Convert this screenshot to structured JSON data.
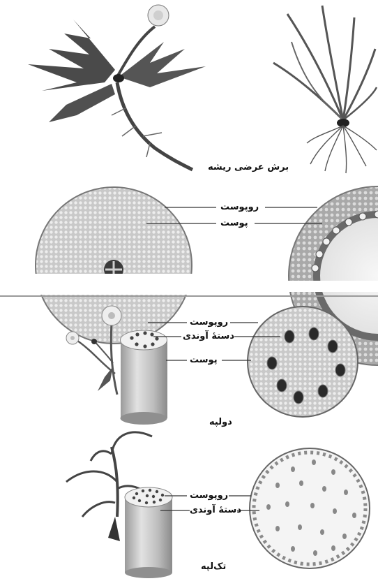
{
  "root_section": {
    "title": "برش عرضی ریشه",
    "label_epidermis": "روپوست",
    "label_cortex": "پوست"
  },
  "dicot_section": {
    "caption": "دولپه",
    "label_epidermis": "روپوست",
    "label_vascular_bundle": "دستهٔ آوندی",
    "label_cortex": "پوست"
  },
  "monocot_section": {
    "caption": "تک‌لپه",
    "label_epidermis": "روپوست",
    "label_vascular_bundle": "دستهٔ آوندی"
  }
}
